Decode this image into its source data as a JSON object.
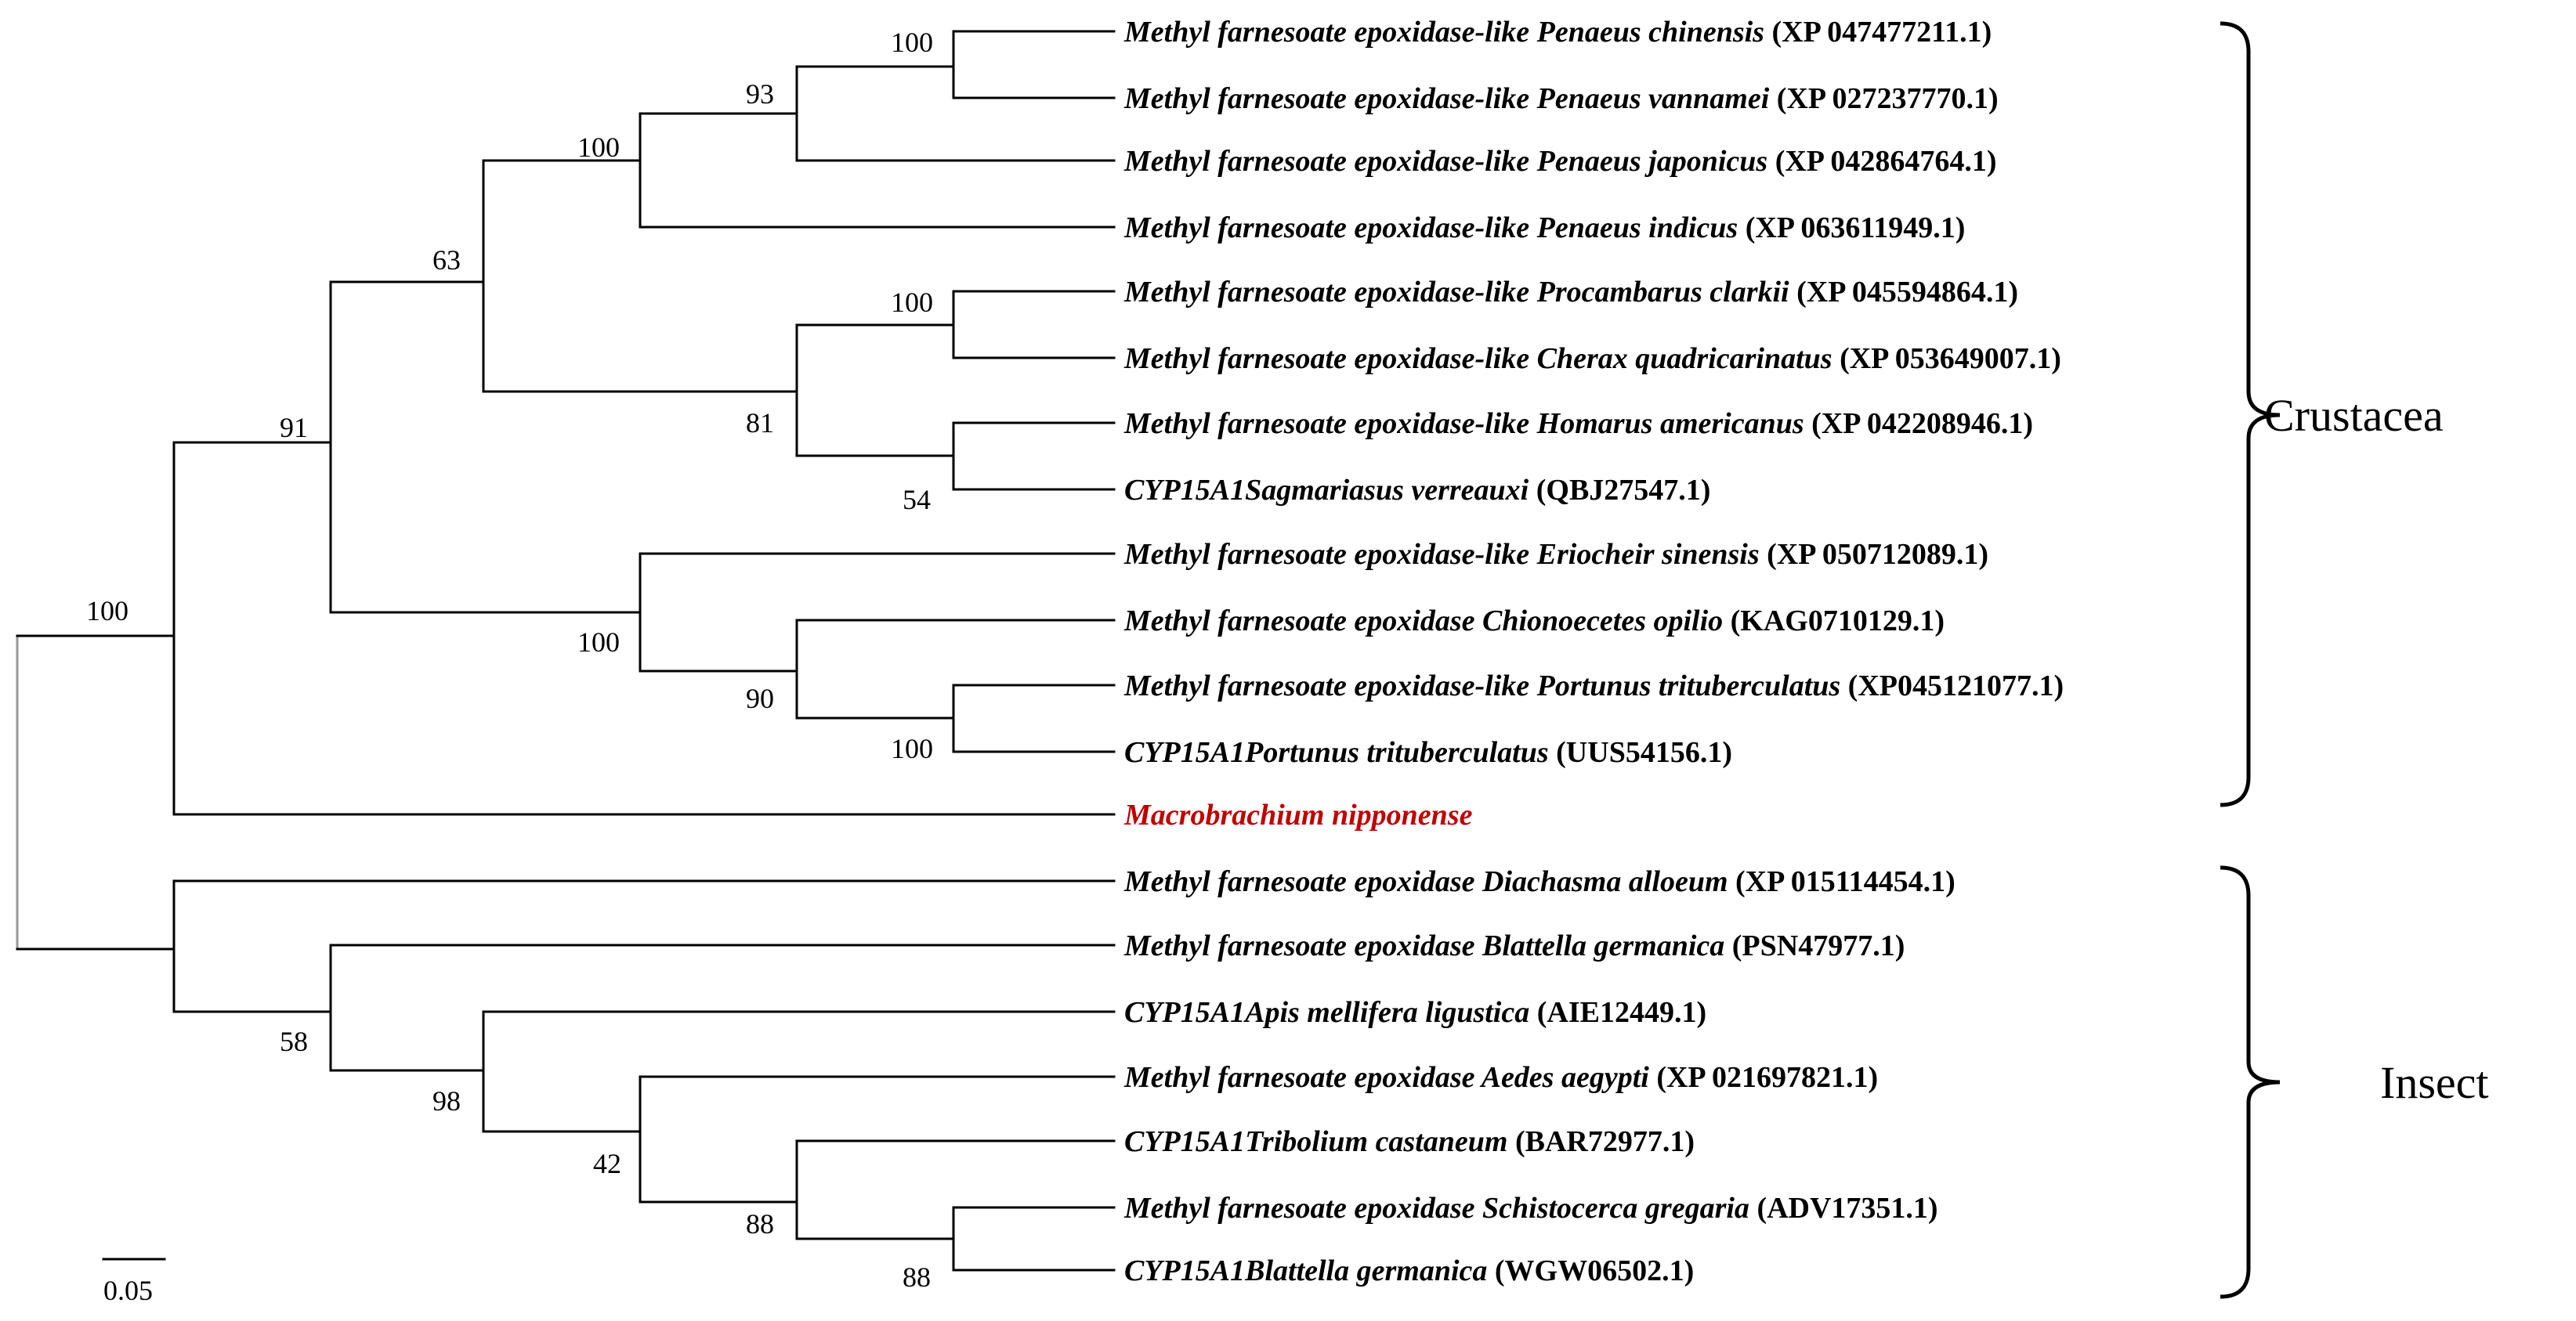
{
  "taxa": [
    {
      "species": "Methyl farnesoate epoxidase-like Penaeus chinensis",
      "accession": "(XP 047477211.1)"
    },
    {
      "species": "Methyl farnesoate epoxidase-like Penaeus vannamei",
      "accession": "(XP 027237770.1)"
    },
    {
      "species": "Methyl farnesoate epoxidase-like Penaeus japonicus",
      "accession": "(XP 042864764.1)"
    },
    {
      "species": "Methyl farnesoate epoxidase-like Penaeus indicus",
      "accession": "(XP 063611949.1)"
    },
    {
      "species": "Methyl farnesoate epoxidase-like Procambarus clarkii",
      "accession": "(XP 045594864.1)"
    },
    {
      "species": "Methyl farnesoate epoxidase-like Cherax quadricarinatus",
      "accession": "(XP 053649007.1)"
    },
    {
      "species": "Methyl farnesoate epoxidase-like Homarus americanus",
      "accession": "(XP 042208946.1)"
    },
    {
      "species": "CYP15A1Sagmariasus verreauxi",
      "accession": "(QBJ27547.1)"
    },
    {
      "species": "Methyl farnesoate epoxidase-like Eriocheir sinensis",
      "accession": "(XP 050712089.1)"
    },
    {
      "species": "Methyl farnesoate epoxidase Chionoecetes opilio",
      "accession": "(KAG0710129.1)"
    },
    {
      "species": "Methyl farnesoate epoxidase-like Portunus trituberculatus",
      "accession": "(XP045121077.1)"
    },
    {
      "species": "CYP15A1Portunus trituberculatus",
      "accession": "(UUS54156.1)"
    },
    {
      "species": "Macrobrachium nipponense",
      "accession": "",
      "highlight": true
    },
    {
      "species": "Methyl farnesoate epoxidase Diachasma alloeum",
      "accession": "(XP 015114454.1)"
    },
    {
      "species": "Methyl farnesoate epoxidase Blattella germanica",
      "accession": "(PSN47977.1)"
    },
    {
      "species": "CYP15A1Apis mellifera ligustica",
      "accession": "(AIE12449.1)"
    },
    {
      "species": "Methyl farnesoate epoxidase Aedes aegypti",
      "accession": "(XP 021697821.1)"
    },
    {
      "species": "CYP15A1Tribolium castaneum",
      "accession": "(BAR72977.1)"
    },
    {
      "species": "Methyl farnesoate epoxidase Schistocerca gregaria",
      "accession": "(ADV17351.1)"
    },
    {
      "species": "CYP15A1Blattella germanica",
      "accession": "(WGW06502.1)"
    }
  ],
  "support_values": [
    "100",
    "91",
    "63",
    "100",
    "93",
    "100",
    "81",
    "100",
    "54",
    "100",
    "90",
    "100",
    "58",
    "98",
    "42",
    "88",
    "88"
  ],
  "groups": [
    {
      "label": "Crustacea"
    },
    {
      "label": "Insect"
    }
  ],
  "scale_bar": {
    "label": "0.05"
  },
  "colors": {
    "highlight": "#c00000",
    "root_branch": "#9a9a9a",
    "line": "#000000"
  }
}
